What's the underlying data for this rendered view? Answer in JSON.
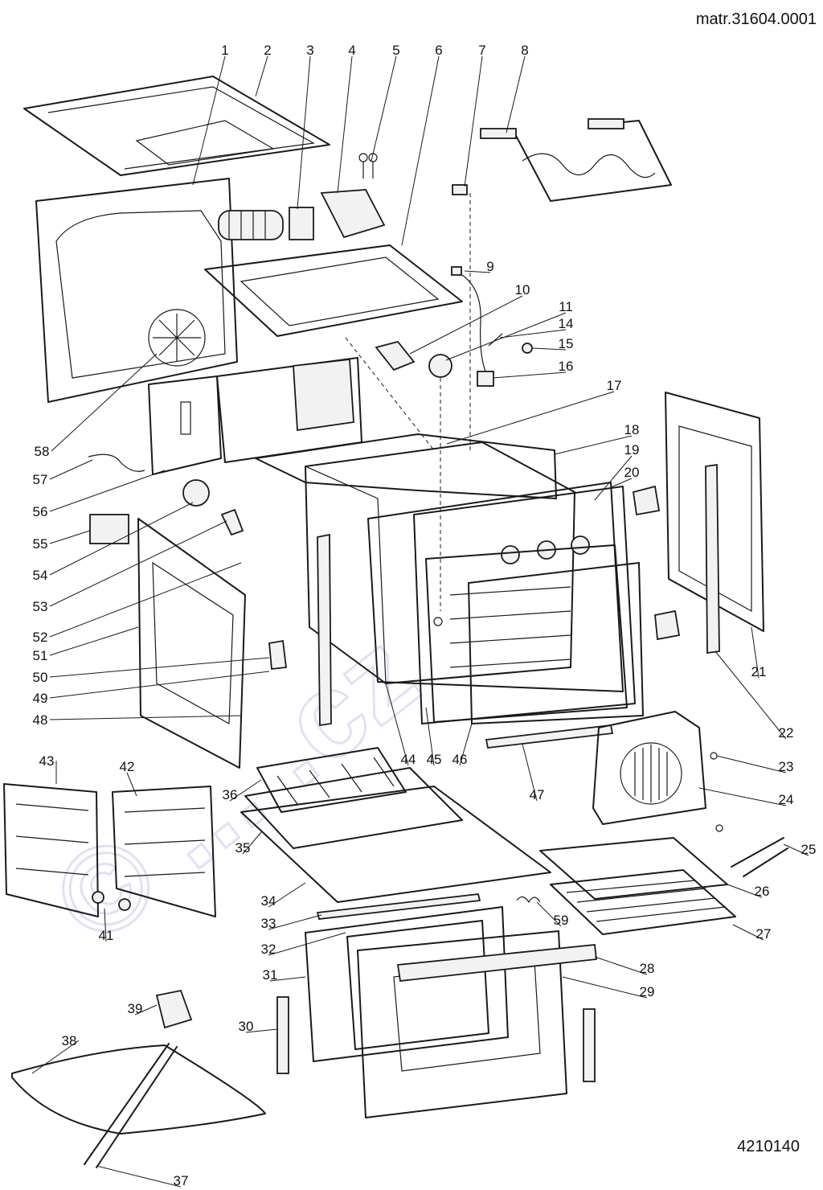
{
  "header": {
    "code": "matr.31604.0001"
  },
  "footer": {
    "code": "4210140"
  },
  "watermark": {
    "text": "© ... .cz"
  },
  "colors": {
    "line": "#1a1a1a",
    "watermark": "#c8c8f0",
    "background": "#ffffff"
  },
  "callouts": [
    "1",
    "2",
    "3",
    "4",
    "5",
    "6",
    "7",
    "8",
    "9",
    "10",
    "11",
    "14",
    "15",
    "16",
    "17",
    "18",
    "19",
    "20",
    "21",
    "22",
    "23",
    "24",
    "25",
    "26",
    "27",
    "28",
    "29",
    "30",
    "31",
    "32",
    "33",
    "34",
    "35",
    "36",
    "37",
    "38",
    "39",
    "41",
    "42",
    "43",
    "44",
    "45",
    "46",
    "47",
    "48",
    "49",
    "50",
    "51",
    "52",
    "53",
    "54",
    "55",
    "56",
    "57",
    "58",
    "59"
  ]
}
